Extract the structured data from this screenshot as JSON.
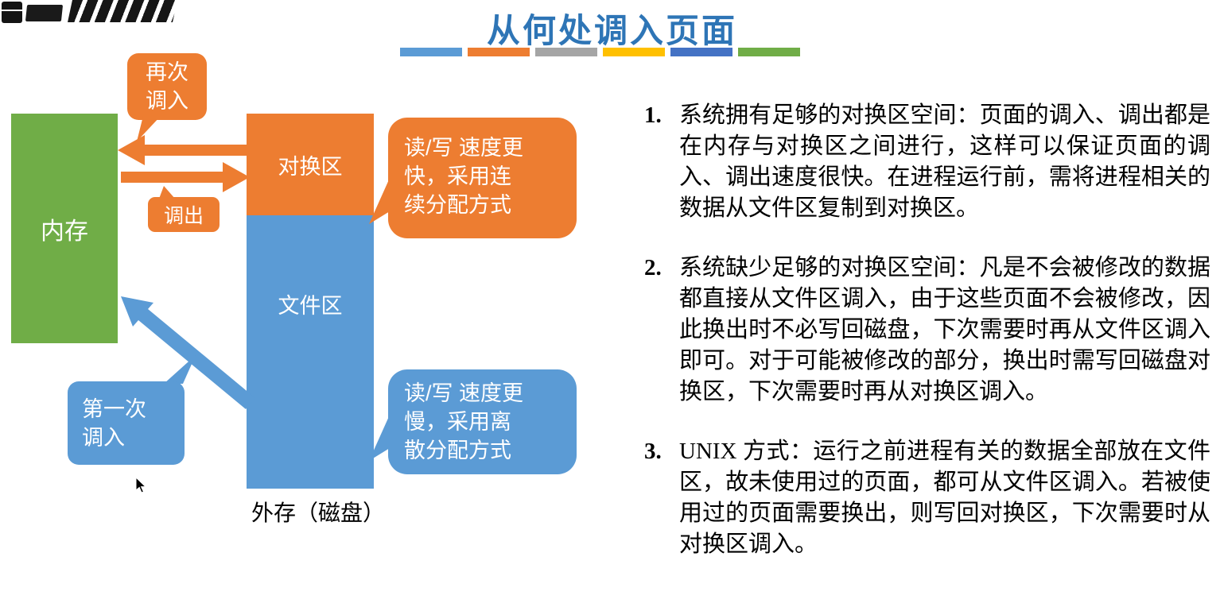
{
  "title": "从何处调入页面",
  "underline_colors": [
    "#5B9BD5",
    "#ED7D31",
    "#A5A5A5",
    "#FFC000",
    "#4472C4",
    "#70AD47"
  ],
  "colors": {
    "title_blue": "#2E75B6",
    "green": "#70AD47",
    "orange": "#ED7D31",
    "blue": "#5B9BD5",
    "body_text": "#000000"
  },
  "diagram": {
    "memory_label": "内存",
    "swap_area_label": "对换区",
    "file_area_label": "文件区",
    "disk_label": "外存（磁盘）",
    "callout_reload": "再次\n调入",
    "callout_swap_out": "调出",
    "callout_first_load": "第一次\n调入",
    "bubble_swap": "读/写 速度更\n快，采用连\n续分配方式",
    "bubble_file": "读/写 速度更\n慢，采用离\n散分配方式"
  },
  "notes": [
    {
      "num": "1.",
      "text": "系统拥有足够的对换区空间：页面的调入、调出都是在内存与对换区之间进行，这样可以保证页面的调入、调出速度很快。在进程运行前，需将进程相关的数据从文件区复制到对换区。"
    },
    {
      "num": "2.",
      "text": "系统缺少足够的对换区空间：凡是不会被修改的数据都直接从文件区调入，由于这些页面不会被修改，因此换出时不必写回磁盘，下次需要时再从文件区调入即可。对于可能被修改的部分，换出时需写回磁盘对换区，下次需要时再从对换区调入。"
    },
    {
      "num": "3.",
      "text": "UNIX 方式：运行之前进程有关的数据全部放在文件区，故未使用过的页面，都可从文件区调入。若被使用过的页面需要换出，则写回对换区，下次需要时从对换区调入。"
    }
  ]
}
